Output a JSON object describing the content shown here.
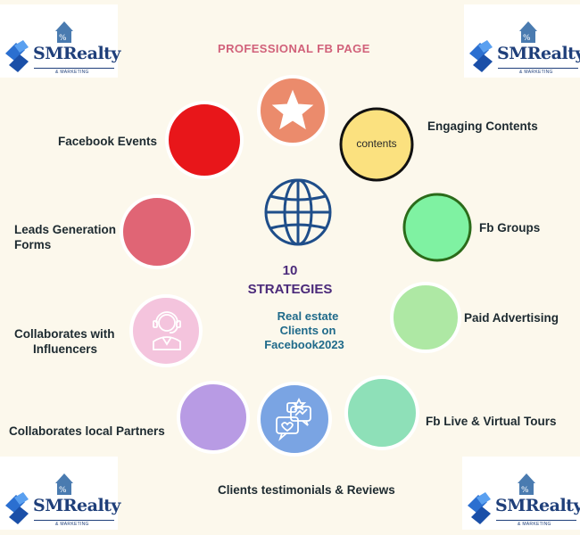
{
  "logo": {
    "name": "SMRealty",
    "sub": "& MARKETING"
  },
  "diagram": {
    "title": "PROFESSIONAL  FB PAGE",
    "center": {
      "number": "10",
      "strategies": "STRATEGIES",
      "line1": "Real estate",
      "line2": "Clients on",
      "line3": "Facebook2023"
    },
    "content_circle_text": "contents",
    "strategies": [
      {
        "label": "Facebook Events",
        "color": "#e8161a"
      },
      {
        "label": "Engaging Contents",
        "color": "#fbe17f"
      },
      {
        "label_line1": "Leads Generation",
        "label_line2": "Forms",
        "color": "#e06575"
      },
      {
        "label": "Fb Groups",
        "color": "#7ff2a2"
      },
      {
        "label_line1": "Collaborates with",
        "label_line2": "Influencers",
        "color": "#f4c4dd"
      },
      {
        "label": "Paid Advertising",
        "color": "#aee8a4"
      },
      {
        "label": "Collaborates local Partners",
        "color": "#b89be4"
      },
      {
        "label": "Fb Live & Virtual Tours",
        "color": "#8ee0b8"
      },
      {
        "label": "Clients testimonials  & Reviews",
        "color": "#7aa4e3"
      },
      {
        "label": "Professional FB Page icon",
        "color": "#eb8b6c"
      }
    ]
  }
}
